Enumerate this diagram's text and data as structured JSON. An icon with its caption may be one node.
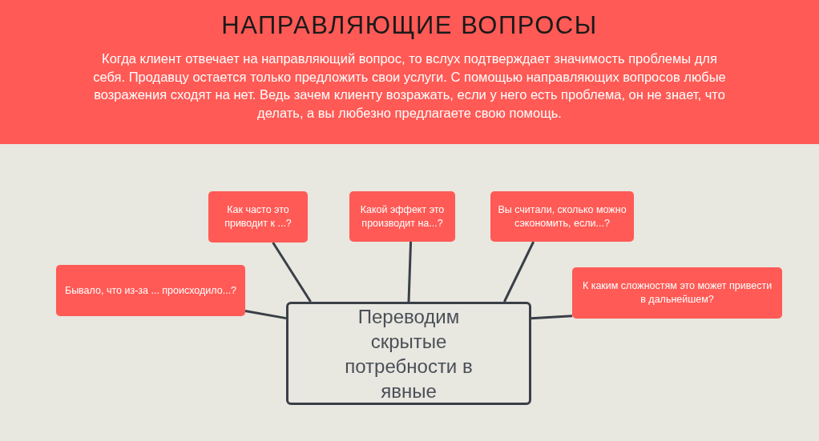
{
  "diagram": {
    "title": "НАПРАВЛЯЮЩИЕ ВОПРОСЫ",
    "caption": "Когда клиент отвечает на направляющий вопрос, то вслух подтверждает значимость проблемы для себя. Продавцу остается только предложить свои услуги. С помощью направляющих вопросов любые возражения сходят на нет. Ведь зачем клиенту возражать, если у него есть проблема, он не знает, что делать, а вы любезно предлагаете свою помощь.",
    "nodes": [
      {
        "text": [
          "Как часто это приводит к ...?"
        ]
      },
      {
        "text": [
          "Какой эффект это производит на...?"
        ]
      },
      {
        "text": [
          "Вы считали, сколько можно сэкономить, если...?"
        ]
      },
      {
        "text": [
          "Бывало, что из-за ... происходило...?"
        ]
      },
      {
        "text": [
          "К каким сложностям это может привести в дальнейшем?"
        ]
      },
      {
        "text": [
          "Переводим скрытые потребности в явные"
        ]
      }
    ],
    "edges": [
      {
        "from": 5,
        "to": 0,
        "arrow": "none"
      },
      {
        "from": 5,
        "to": 1,
        "arrow": "none"
      },
      {
        "from": 5,
        "to": 2,
        "arrow": "none"
      },
      {
        "from": 5,
        "to": 3,
        "arrow": "none"
      },
      {
        "from": 5,
        "to": 4,
        "arrow": "none"
      }
    ]
  }
}
